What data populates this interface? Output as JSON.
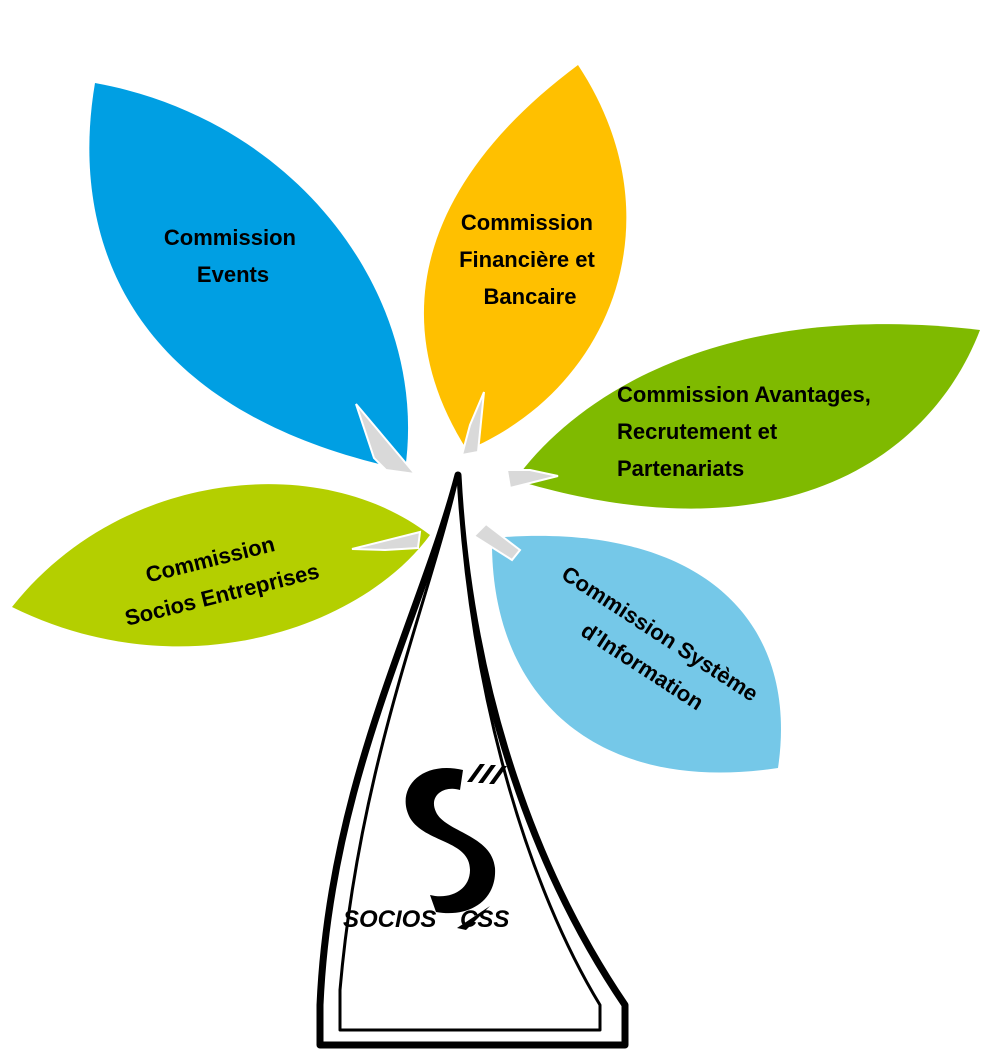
{
  "petals": [
    {
      "id": "events",
      "lines": [
        "Commission",
        "Events"
      ],
      "color": "#009fe3"
    },
    {
      "id": "financiere",
      "lines": [
        "Commission",
        "Financière et",
        "Bancaire"
      ],
      "color": "#ffc000"
    },
    {
      "id": "avantages",
      "lines": [
        "Commission Avantages,",
        "Recrutement et",
        "Partenariats"
      ],
      "color": "#7fba00"
    },
    {
      "id": "systeme",
      "lines": [
        "Commission Système",
        "d’Information"
      ],
      "color": "#75c8e8"
    },
    {
      "id": "socios",
      "lines": [
        "Commission",
        "Socios Entreprises"
      ],
      "color": "#b4cf00"
    }
  ],
  "logo": {
    "text_left": "SOCIOS",
    "text_right": "CSS"
  },
  "colors": {
    "stem_stroke": "#000000",
    "arrow": "#d9d9d9",
    "arrow_stroke": "#ffffff"
  }
}
